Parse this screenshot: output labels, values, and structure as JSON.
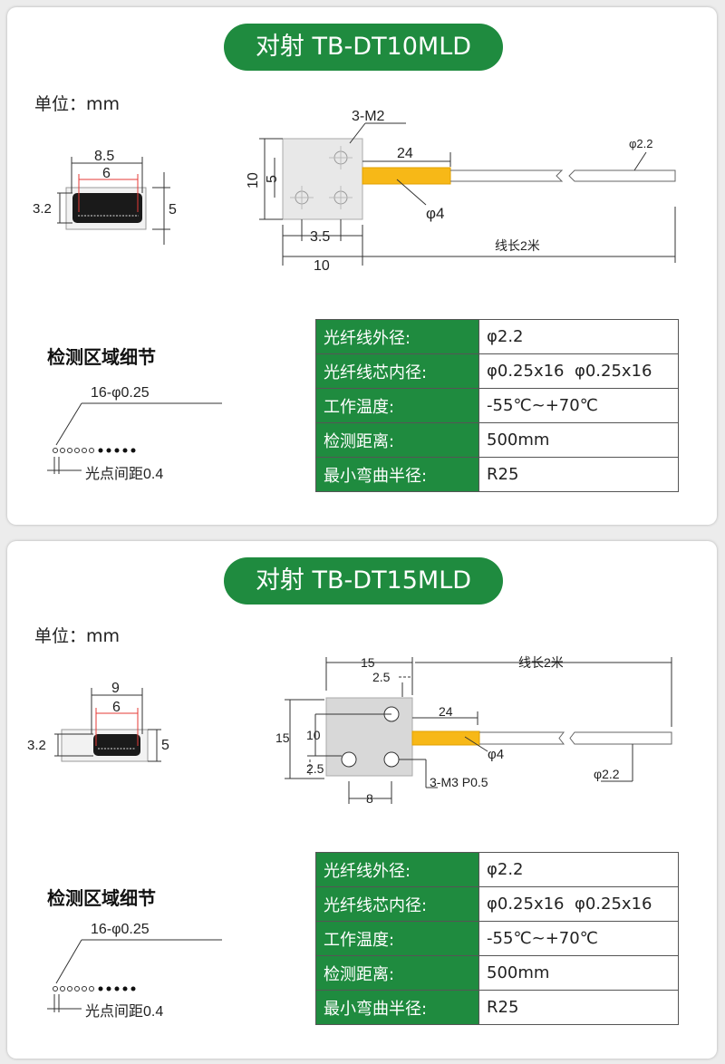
{
  "panels": [
    {
      "title": "对射 TB-DT10MLD",
      "unit": "单位：mm",
      "front_view": {
        "width": "8.5",
        "window": "6",
        "core_h": "3.2",
        "height": "5"
      },
      "side_view": {
        "height": "10",
        "hole_pitch_v": "5",
        "hole_pitch_h": "3.5",
        "width": "10",
        "thread": "3-M2",
        "sleeve_len": "24",
        "sleeve_dia": "φ4",
        "cable_dia": "φ2.2",
        "cable_len": "线长2米"
      },
      "detail": {
        "title": "检测区域细节",
        "spots": "16-φ0.25",
        "pitch": "光点间距0.4"
      },
      "specs": [
        {
          "key": "光纤线外径:",
          "value": "φ2.2"
        },
        {
          "key": "光纤线芯内径:",
          "value": "φ0.25x16  φ0.25x16"
        },
        {
          "key": "工作温度:",
          "value": "-55℃~+70℃"
        },
        {
          "key": "检测距离:",
          "value": "500mm"
        },
        {
          "key": "最小弯曲半径:",
          "value": "R25"
        }
      ]
    },
    {
      "title": "对射 TB-DT15MLD",
      "unit": "单位：mm",
      "front_view": {
        "width": "9",
        "window": "6",
        "core_h": "3.2",
        "height": "5"
      },
      "side_view": {
        "height": "15",
        "hole_pitch_v": "10",
        "edge_v": "2.5",
        "edge_h": "2.5",
        "hole_pitch_h": "8",
        "width": "15",
        "thread": "3-M3 P0.5",
        "sleeve_len": "24",
        "sleeve_dia": "φ4",
        "cable_dia": "φ2.2",
        "cable_len": "线长2米"
      },
      "detail": {
        "title": "检测区域细节",
        "spots": "16-φ0.25",
        "pitch": "光点间距0.4"
      },
      "specs": [
        {
          "key": "光纤线外径:",
          "value": "φ2.2"
        },
        {
          "key": "光纤线芯内径:",
          "value": "φ0.25x16  φ0.25x16"
        },
        {
          "key": "工作温度:",
          "value": "-55℃~+70℃"
        },
        {
          "key": "检测距离:",
          "value": "500mm"
        },
        {
          "key": "最小弯曲半径:",
          "value": "R25"
        }
      ]
    }
  ],
  "colors": {
    "brand_green": "#1f8b3f",
    "sleeve_yellow": "#f7b817",
    "window_red": "#e53935"
  }
}
